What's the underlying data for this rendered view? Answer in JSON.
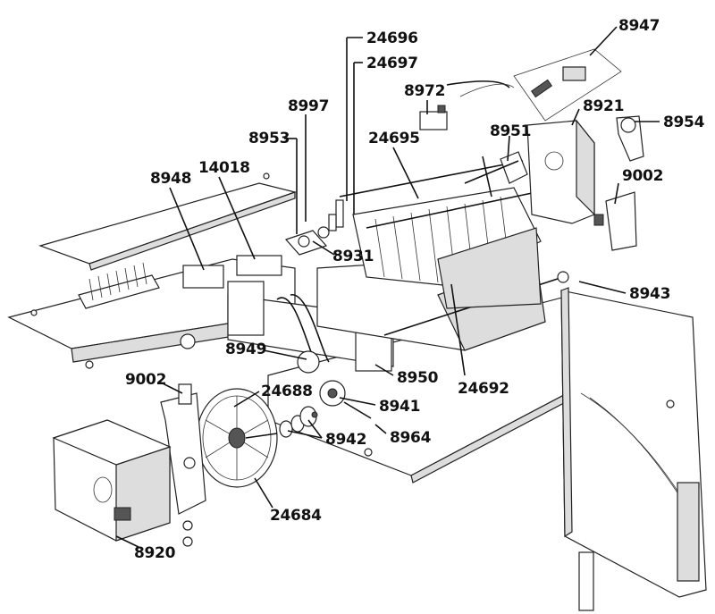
{
  "labels": {
    "p24696": "24696",
    "p24697": "24697",
    "p8947": "8947",
    "p8972": "8972",
    "p8997": "8997",
    "p8921": "8921",
    "p8954": "8954",
    "p8953": "8953",
    "p24695": "24695",
    "p8951": "8951",
    "p8948": "8948",
    "p14018": "14018",
    "p9002a": "9002",
    "p8931": "8931",
    "p8943": "8943",
    "p8949": "8949",
    "p8950": "8950",
    "p24692": "24692",
    "p9002b": "9002",
    "p24688": "24688",
    "p8941": "8941",
    "p8942": "8942",
    "p8964": "8964",
    "p24684": "24684",
    "p8920": "8920"
  }
}
